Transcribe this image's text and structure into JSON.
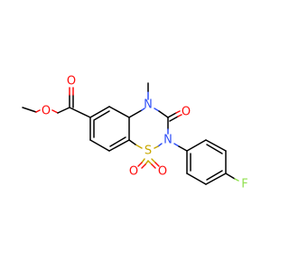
{
  "molecule": {
    "atoms": {
      "o_ether": {
        "label": "O",
        "color": "#ff0d0d"
      },
      "o_carbonyl_ester": {
        "label": "O",
        "color": "#ff0d0d"
      },
      "n4": {
        "label": "N",
        "color": "#3050f8"
      },
      "o_c3": {
        "label": "O",
        "color": "#ff0d0d"
      },
      "n2": {
        "label": "N",
        "color": "#3050f8"
      },
      "s1": {
        "label": "S",
        "color": "#c8a800"
      },
      "o_s_left": {
        "label": "O",
        "color": "#ff0d0d"
      },
      "o_s_right": {
        "label": "O",
        "color": "#ff0d0d"
      },
      "f": {
        "label": "F",
        "color": "#90e050"
      }
    }
  }
}
